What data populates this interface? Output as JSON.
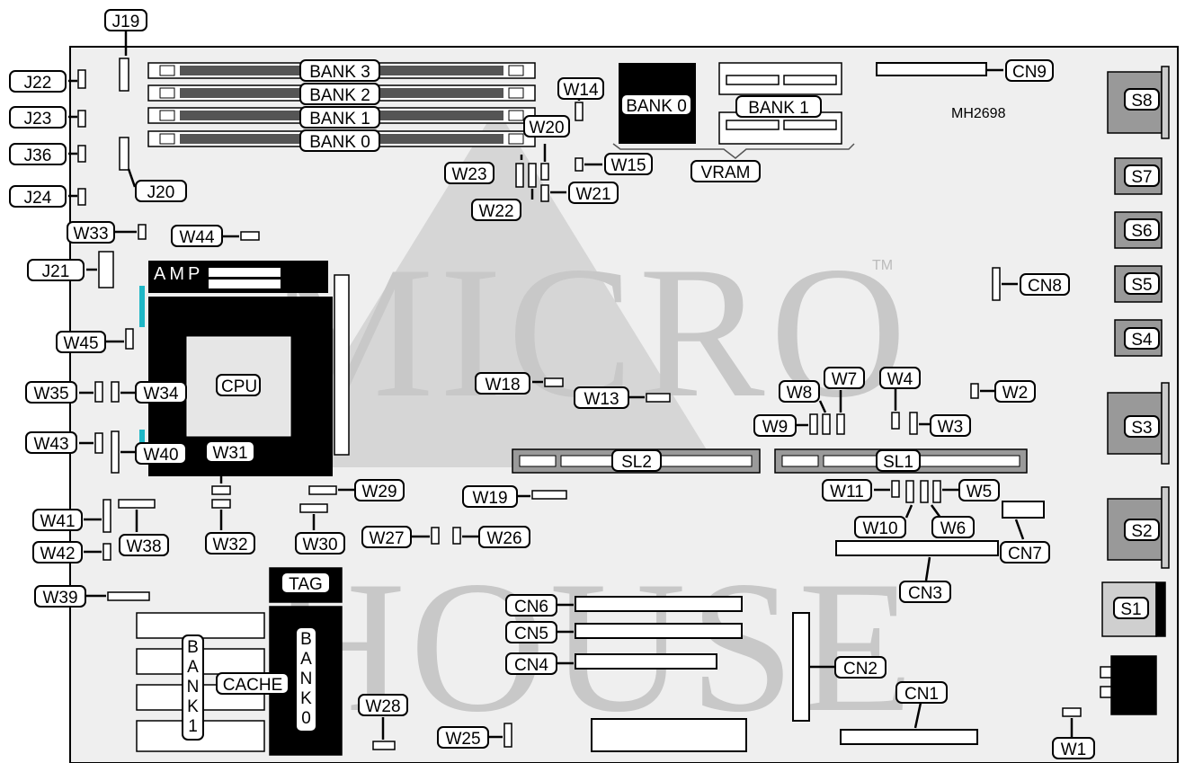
{
  "model": "MH2698",
  "trademark": "TM",
  "watermark": {
    "line1": "MICRO",
    "line2": "HOUSE"
  },
  "socket_brand": "AMP",
  "cpu_label": "CPU",
  "labels": {
    "J19": "J19",
    "J22": "J22",
    "J23": "J23",
    "J36": "J36",
    "J24": "J24",
    "J20": "J20",
    "J21": "J21",
    "BANK3": "BANK 3",
    "BANK2": "BANK 2",
    "BANK1": "BANK 1",
    "BANK0": "BANK 0",
    "VRAM_BANK0": "BANK 0",
    "VRAM_BANK1": "BANK 1",
    "VRAM": "VRAM",
    "CN9": "CN9",
    "CN8": "CN8",
    "CN7": "CN7",
    "CN6": "CN6",
    "CN5": "CN5",
    "CN4": "CN4",
    "CN3": "CN3",
    "CN2": "CN2",
    "CN1": "CN1",
    "S8": "S8",
    "S7": "S7",
    "S6": "S6",
    "S5": "S5",
    "S4": "S4",
    "S3": "S3",
    "S2": "S2",
    "S1": "S1",
    "W1": "W1",
    "W2": "W2",
    "W3": "W3",
    "W4": "W4",
    "W5": "W5",
    "W6": "W6",
    "W7": "W7",
    "W8": "W8",
    "W9": "W9",
    "W10": "W10",
    "W11": "W11",
    "W13": "W13",
    "W14": "W14",
    "W15": "W15",
    "W18": "W18",
    "W19": "W19",
    "W20": "W20",
    "W21": "W21",
    "W22": "W22",
    "W23": "W23",
    "W25": "W25",
    "W26": "W26",
    "W27": "W27",
    "W28": "W28",
    "W29": "W29",
    "W30": "W30",
    "W31": "W31",
    "W32": "W32",
    "W33": "W33",
    "W34": "W34",
    "W35": "W35",
    "W38": "W38",
    "W39": "W39",
    "W40": "W40",
    "W41": "W41",
    "W42": "W42",
    "W43": "W43",
    "W44": "W44",
    "W45": "W45",
    "SL1": "SL1",
    "SL2": "SL2",
    "TAG": "TAG",
    "CACHE": "CACHE"
  },
  "vertical_labels": {
    "cache_bank1": [
      "B",
      "A",
      "N",
      "K",
      "1"
    ],
    "cache_bank0": [
      "B",
      "A",
      "N",
      "K",
      "0"
    ]
  },
  "colors": {
    "board": "#efefef",
    "watermark": "#c8c8c8",
    "connector_gray": "#9a9a9a",
    "socket_accent": "#1fb7c6"
  }
}
